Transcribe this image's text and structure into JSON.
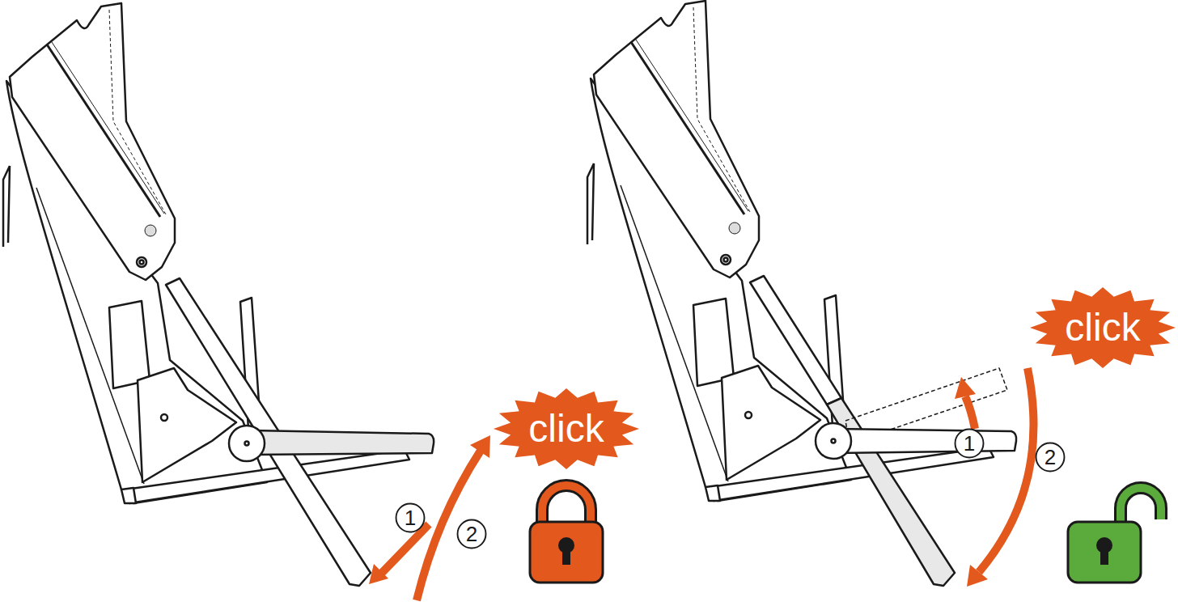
{
  "diagram": {
    "nodes": [
      {
        "text": [
          "click"
        ]
      },
      {
        "text": [
          "1"
        ]
      },
      {
        "text": [
          "2"
        ]
      },
      {
        "text": [
          "click"
        ]
      },
      {
        "text": [
          "1"
        ]
      },
      {
        "text": [
          "2"
        ]
      }
    ]
  }
}
